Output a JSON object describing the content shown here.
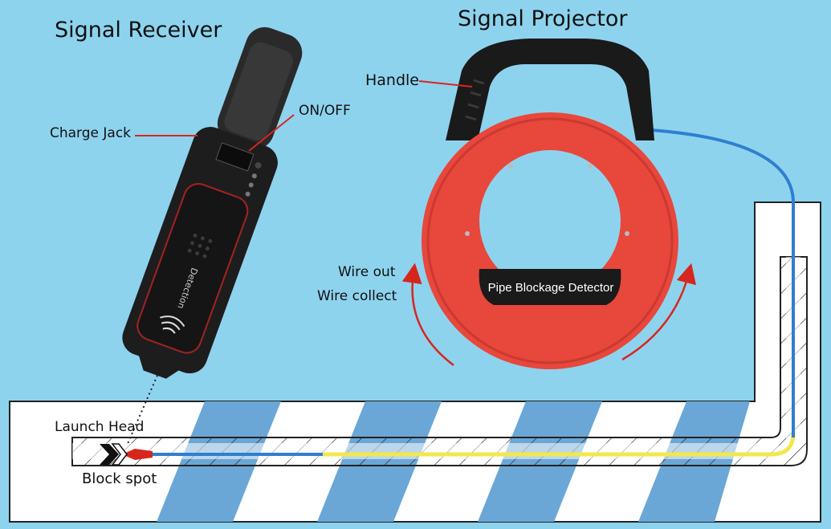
{
  "titles": {
    "receiver": "Signal Receiver",
    "projector": "Signal Projector"
  },
  "callouts": {
    "handle": "Handle",
    "charge_jack": "Charge Jack",
    "on_off": "ON/OFF",
    "wire_out": "Wire out",
    "wire_collect": "Wire collect",
    "launch_head": "Launch Head",
    "block_spot": "Block spot"
  },
  "device_text": {
    "reel_label": "Pipe Blockage Detector",
    "receiver_brand": "Detection"
  },
  "colors": {
    "background": "#8ed3ee",
    "reel_red": "#e8473c",
    "handle_black": "#1a1a1a",
    "callout_red": "#d7261e",
    "wire_blue": "#2f7fd0",
    "wire_yellow": "#f1e84a",
    "stripe_blue": "#6aa7d6"
  },
  "icons": {
    "receiver_sound": "sound-wave-icon",
    "blockage": "block-spot-icon"
  }
}
